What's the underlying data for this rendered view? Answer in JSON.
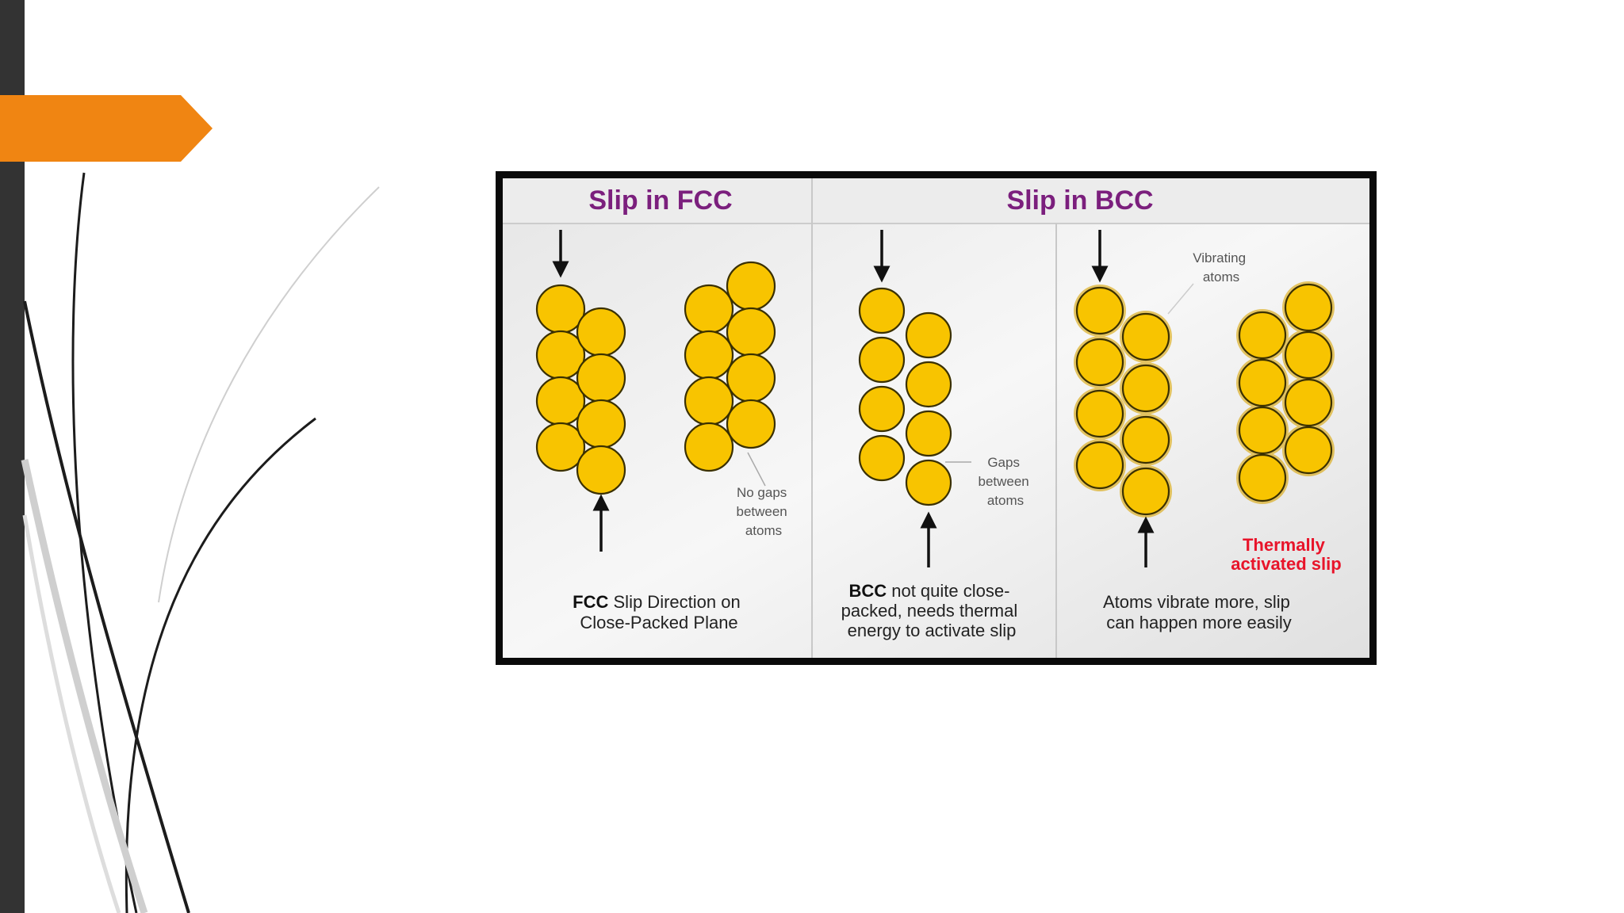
{
  "slide": {
    "accent_color": "#f08512",
    "bar_color": "#333333"
  },
  "figure": {
    "fcc": {
      "title": "Slip in FCC",
      "gap_note": [
        "No gaps",
        "between",
        "atoms"
      ],
      "caption_bold": "FCC",
      "caption_line1": " Slip Direction on",
      "caption_line2": "Close-Packed Plane"
    },
    "bcc": {
      "title": "Slip in BCC",
      "gap_note": [
        "Gaps",
        "between",
        "atoms"
      ],
      "caption_bold": "BCC",
      "caption_line1": " not quite close-",
      "caption_line2": "packed, needs thermal",
      "caption_line3": "energy to activate slip"
    },
    "thermal": {
      "vibrating_note": [
        "Vibrating",
        "atoms"
      ],
      "highlight": [
        "Thermally",
        "activated slip"
      ],
      "caption_line1": "Atoms vibrate more, slip",
      "caption_line2": "can happen more easily"
    },
    "colors": {
      "atom_fill": "#f8c400",
      "title_color": "#7b1f7d",
      "highlight_color": "#e8142a"
    }
  }
}
